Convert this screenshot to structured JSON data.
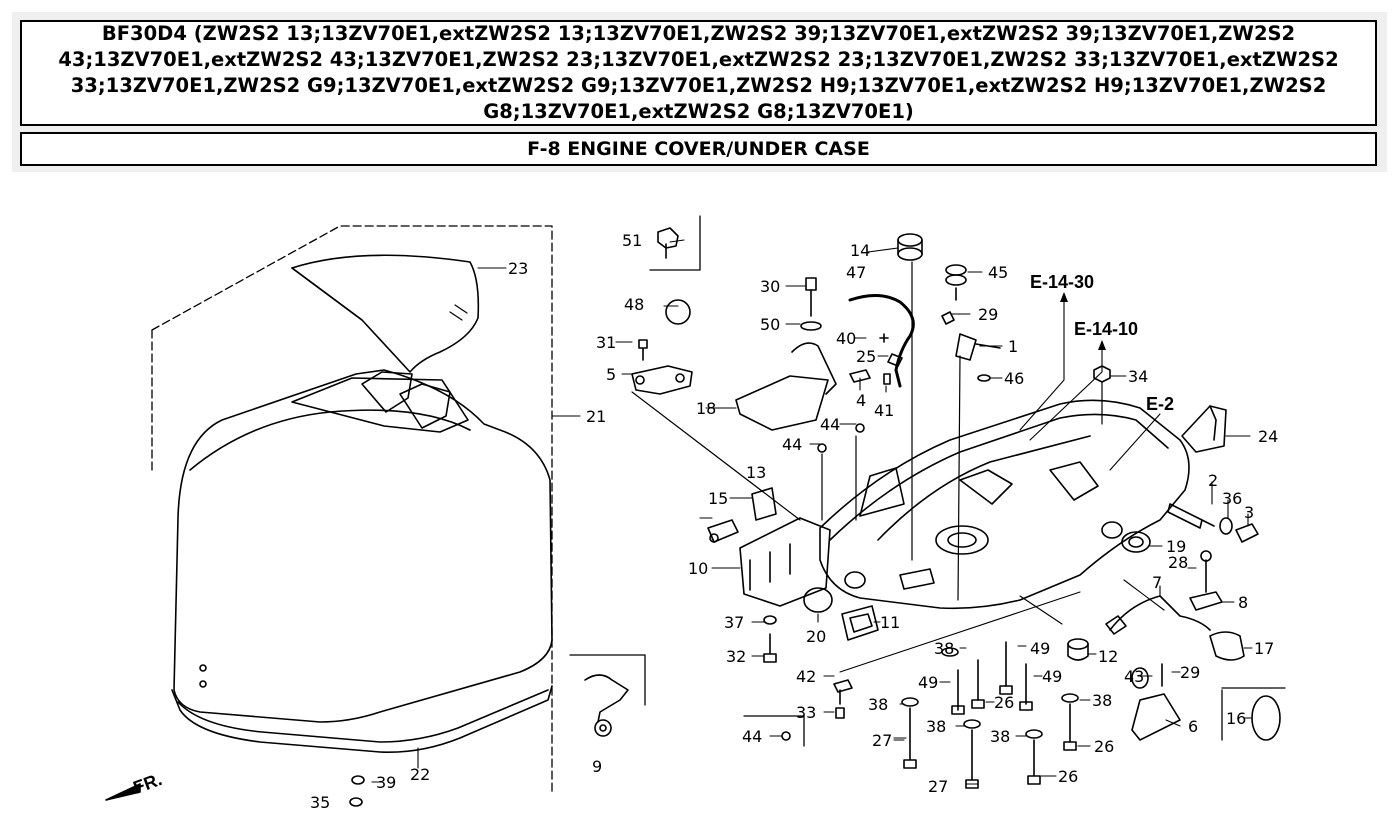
{
  "header": {
    "title": "BF30D4 (ZW2S2 13;13ZV70E1,extZW2S2 13;13ZV70E1,ZW2S2 39;13ZV70E1,extZW2S2 39;13ZV70E1,ZW2S2 43;13ZV70E1,extZW2S2 43;13ZV70E1,ZW2S2 23;13ZV70E1,extZW2S2 23;13ZV70E1,ZW2S2 33;13ZV70E1,extZW2S2 33;13ZV70E1,ZW2S2 G9;13ZV70E1,extZW2S2 G9;13ZV70E1,ZW2S2 H9;13ZV70E1,extZW2S2 H9;13ZV70E1,ZW2S2 G8;13ZV70E1,extZW2S2 G8;13ZV70E1)",
    "section": "F-8 ENGINE COVER/UNDER CASE"
  },
  "diagram": {
    "direction_label": "FR.",
    "refs": {
      "e1430": "E-14-30",
      "e1410": "E-14-10",
      "e2": "E-2"
    },
    "callouts": {
      "c1": "1",
      "c2": "2",
      "c3": "3",
      "c4": "4",
      "c5": "5",
      "c6": "6",
      "c7": "7",
      "c8": "8",
      "c9": "9",
      "c10": "10",
      "c11": "11",
      "c12": "12",
      "c13": "13",
      "c14": "14",
      "c15": "15",
      "c16": "16",
      "c17": "17",
      "c18": "18",
      "c19": "19",
      "c20": "20",
      "c21": "21",
      "c22": "22",
      "c23": "23",
      "c24": "24",
      "c25": "25",
      "c26": "26",
      "c27": "27",
      "c28": "28",
      "c29": "29",
      "c30": "30",
      "c31": "31",
      "c32": "32",
      "c33": "33",
      "c34": "34",
      "c35": "35",
      "c36": "36",
      "c37": "37",
      "c38": "38",
      "c39": "39",
      "c40": "40",
      "c41": "41",
      "c42": "42",
      "c43": "43",
      "c44": "44",
      "c45": "45",
      "c46": "46",
      "c47": "47",
      "c48": "48",
      "c49": "49",
      "c50": "50",
      "c51": "51"
    }
  }
}
